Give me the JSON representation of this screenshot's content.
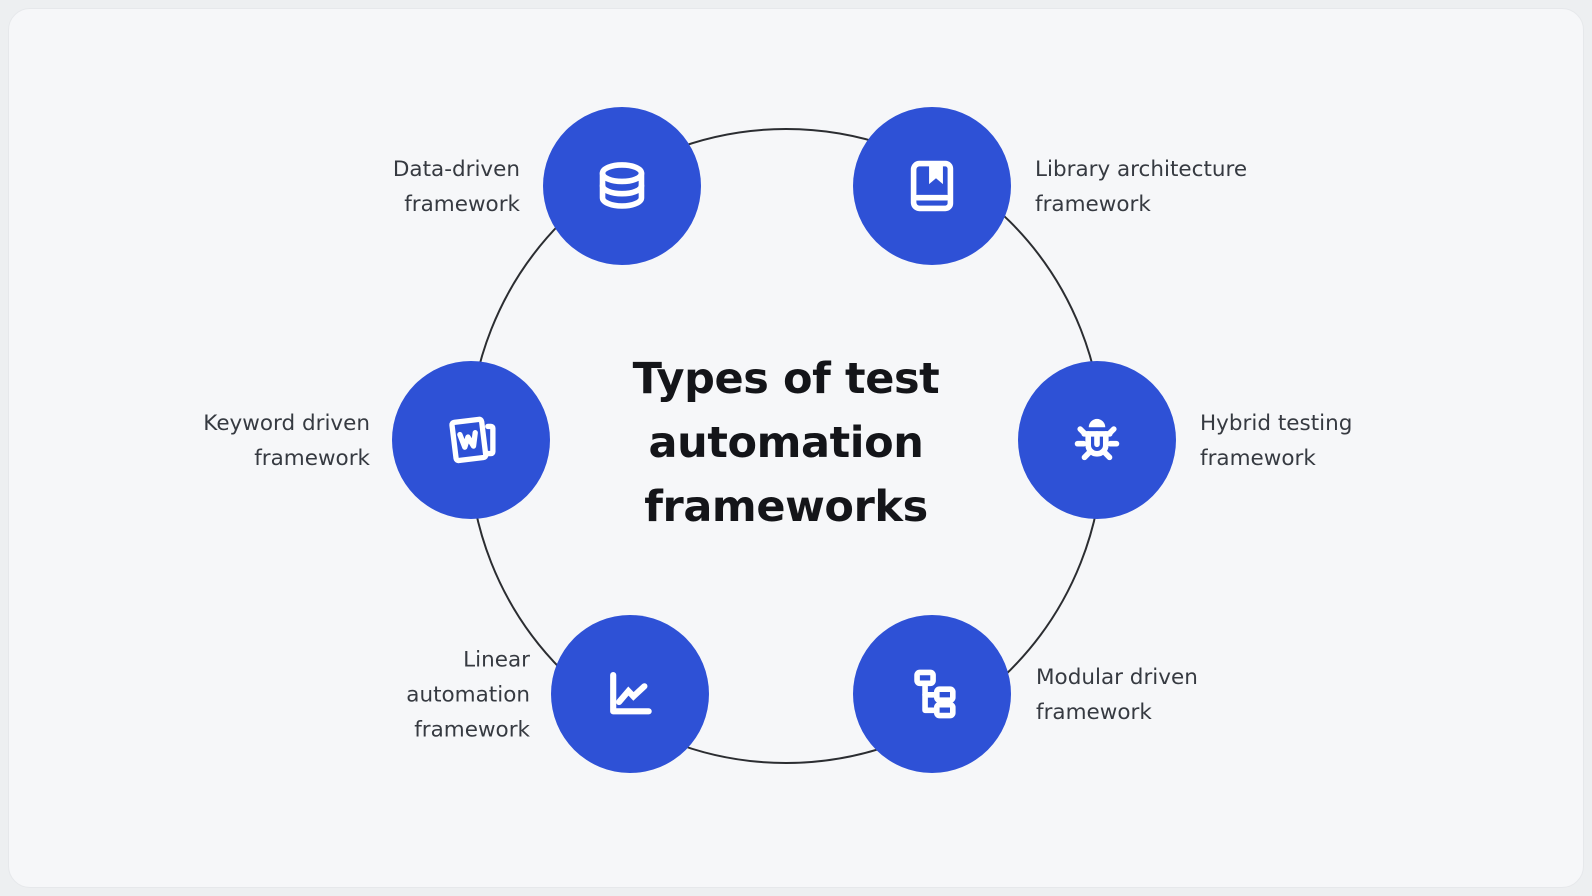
{
  "title": {
    "text": "Types of test automation frameworks",
    "lines": [
      "Types of test",
      "automation",
      "frameworks"
    ]
  },
  "colors": {
    "background": "#edeff1",
    "card_background": "#f6f7f9",
    "card_border": "#e6e8eb",
    "node_fill": "#2e51d6",
    "icon_color": "#ffffff",
    "ring_line": "#2b2d31",
    "label_text": "#363a41",
    "title_text": "#141519"
  },
  "nodes": [
    {
      "id": "data-driven",
      "icon": "database-icon",
      "label": "Data-driven framework",
      "lines": [
        "Data-driven",
        "framework"
      ]
    },
    {
      "id": "library-architecture",
      "icon": "book-bookmark-icon",
      "label": "Library architecture framework",
      "lines": [
        "Library architecture",
        "framework"
      ]
    },
    {
      "id": "keyword-driven",
      "icon": "word-document-icon",
      "label": "Keyword driven framework",
      "lines": [
        "Keyword driven",
        "framework"
      ]
    },
    {
      "id": "hybrid-testing",
      "icon": "bug-icon",
      "label": "Hybrid testing framework",
      "lines": [
        "Hybrid testing",
        "framework"
      ]
    },
    {
      "id": "linear-automation",
      "icon": "line-chart-icon",
      "label": "Linear automation framework",
      "lines": [
        "Linear",
        "automation",
        "framework"
      ]
    },
    {
      "id": "modular-driven",
      "icon": "tree-branch-icon",
      "label": "Modular driven framework",
      "lines": [
        "Modular driven",
        "framework"
      ]
    }
  ]
}
